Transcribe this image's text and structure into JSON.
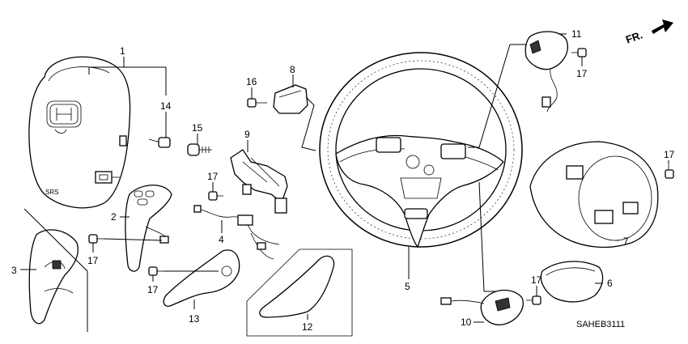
{
  "diagram": {
    "direction_label": "FR.",
    "diagram_code": "SAHEB3111",
    "callouts": [
      {
        "id": "c1",
        "text": "1"
      },
      {
        "id": "c14",
        "text": "14"
      },
      {
        "id": "c15",
        "text": "15"
      },
      {
        "id": "c2",
        "text": "2"
      },
      {
        "id": "c17a",
        "text": "17"
      },
      {
        "id": "c3",
        "text": "3"
      },
      {
        "id": "c17b",
        "text": "17"
      },
      {
        "id": "c16",
        "text": "16"
      },
      {
        "id": "c8",
        "text": "8"
      },
      {
        "id": "c9",
        "text": "9"
      },
      {
        "id": "c17c",
        "text": "17"
      },
      {
        "id": "c4",
        "text": "4"
      },
      {
        "id": "c13",
        "text": "13"
      },
      {
        "id": "c12",
        "text": "12"
      },
      {
        "id": "c5",
        "text": "5"
      },
      {
        "id": "c11",
        "text": "11"
      },
      {
        "id": "c17d",
        "text": "17"
      },
      {
        "id": "c17e",
        "text": "17"
      },
      {
        "id": "c7",
        "text": "7"
      },
      {
        "id": "c6",
        "text": "6"
      },
      {
        "id": "c17f",
        "text": "17"
      },
      {
        "id": "c10",
        "text": "10"
      }
    ]
  }
}
